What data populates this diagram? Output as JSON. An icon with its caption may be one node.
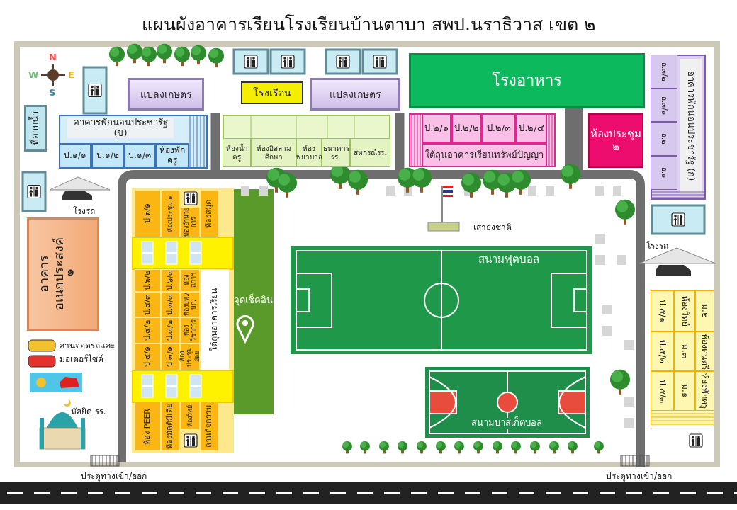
{
  "diagram": {
    "title": "แผนผังอาคารเรียนโรงเรียนบ้านตาบา สพป.นราธิวาส เขต ๒",
    "nodes": [
      {
        "text": [
          "แปลงเกษตร"
        ]
      },
      {
        "text": [
          "โรงเรือน"
        ]
      },
      {
        "text": [
          "แปลงเกษตร"
        ]
      },
      {
        "text": [
          "โรงอาหาร"
        ]
      },
      {
        "text": [
          "อาคารพักนอนประชารัฐ (ข)"
        ]
      },
      {
        "text": [
          "ป.๑/๑"
        ],
        "in": 4
      },
      {
        "text": [
          "ป.๑/๒"
        ],
        "in": 4
      },
      {
        "text": [
          "ป.๑/๓"
        ],
        "in": 4
      },
      {
        "text": [
          "ห้องพักครู"
        ],
        "in": 4
      },
      {
        "text": [],
        "shape": "box"
      },
      {
        "text": [
          "ห้องน้ำครู"
        ],
        "in": 9
      },
      {
        "text": [
          "ห้องอิสลามศึกษา"
        ],
        "in": 9
      },
      {
        "text": [
          "ห้องพยาบาล"
        ],
        "in": 9
      },
      {
        "text": [
          "ธนาคารรร."
        ],
        "in": 9
      },
      {
        "text": [
          "สหกรณ์รร."
        ],
        "in": 9
      },
      {
        "text": [],
        "shape": "box"
      },
      {
        "text": [
          "ป.๒/๑"
        ],
        "in": 15
      },
      {
        "text": [
          "ป.๒/๒"
        ],
        "in": 15
      },
      {
        "text": [
          "ป.๒/๓"
        ],
        "in": 15
      },
      {
        "text": [
          "ป.๒/๔"
        ],
        "in": 15
      },
      {
        "text": [
          "ใต้ถุนอาคารเรียนทรัพย์ปัญญา"
        ],
        "in": 15
      },
      {
        "text": [
          "ห้องประชุม ๒"
        ]
      },
      {
        "text": [
          "อาคารพักนอนประชารัฐ (ก)"
        ]
      },
      {
        "text": [
          "อ.๓/๒"
        ],
        "in": 22
      },
      {
        "text": [
          "อ.๓/๑"
        ],
        "in": 22
      },
      {
        "text": [
          "อ.๒"
        ],
        "in": 22
      },
      {
        "text": [
          "อ.๑"
        ],
        "in": 22
      },
      {
        "text": [
          "ที่อาบน้ำ"
        ]
      },
      {
        "text": [
          "อาคารอเนกประสงค์",
          "๑"
        ]
      },
      {
        "text": [],
        "shape": "box"
      },
      {
        "text": [
          "ป.๖/๑"
        ],
        "in": 29
      },
      {
        "text": [
          "ห้องประชุม ๑"
        ],
        "in": 29
      },
      {
        "text": [
          "ห้องอำนวยการ"
        ],
        "in": 29
      },
      {
        "text": [
          "ห้องสมุด"
        ],
        "in": 29
      },
      {
        "text": [
          "ป.๖/๒"
        ],
        "in": 29
      },
      {
        "text": [
          "ป.๖/๓"
        ],
        "in": 29
      },
      {
        "text": [
          "ห้องสภาฯ"
        ],
        "in": 29
      },
      {
        "text": [
          "ป.๔/๓"
        ],
        "in": 29
      },
      {
        "text": [
          "ป.๓/๓"
        ],
        "in": 29
      },
      {
        "text": [
          "ห้องบห./บก."
        ],
        "in": 29
      },
      {
        "text": [
          "ป.๔/๒"
        ],
        "in": 29
      },
      {
        "text": [
          "ป.๓/๒"
        ],
        "in": 29
      },
      {
        "text": [
          "ห้องวิชาการ"
        ],
        "in": 29
      },
      {
        "text": [
          "ป.๔/๑"
        ],
        "in": 29
      },
      {
        "text": [
          "ป.๓/๑"
        ],
        "in": 29
      },
      {
        "text": [
          "ห้องประชุมย่อย"
        ],
        "in": 29
      },
      {
        "text": [
          "ใต้ถุนอาคารเรียน"
        ],
        "in": 29
      },
      {
        "text": [
          "ห้อง PEER"
        ],
        "in": 29
      },
      {
        "text": [
          "ห้องมัลติมีเดีย"
        ],
        "in": 29
      },
      {
        "text": [
          "ห้องวิทย์"
        ],
        "in": 29
      },
      {
        "text": [
          "ลานกิจกรรม"
        ],
        "in": 29
      },
      {
        "text": [],
        "shape": "box"
      },
      {
        "text": [
          "ป.๕/๑"
        ],
        "in": 51
      },
      {
        "text": [
          "ห้องวิทย์"
        ],
        "in": 51
      },
      {
        "text": [
          "ม.๒"
        ],
        "in": 51
      },
      {
        "text": [
          "ป.๕/๒"
        ],
        "in": 51
      },
      {
        "text": [
          "ม.๓"
        ],
        "in": 51
      },
      {
        "text": [
          "ห้องดนตรี"
        ],
        "in": 51
      },
      {
        "text": [
          "ป.๕/๓"
        ],
        "in": 51
      },
      {
        "text": [
          "ม.๑"
        ],
        "in": 51
      },
      {
        "text": [
          "ห้องพักครู"
        ],
        "in": 51
      },
      {
        "text": [
          "สนามฟุตบอล"
        ]
      },
      {
        "text": [
          "สนามบาสเก็ตบอล"
        ]
      }
    ],
    "labels": [
      "N",
      "W",
      "E",
      "S",
      "โรงรถ",
      "เสาธงชาติ",
      "โรงรถ",
      "จุดเช็คอิน",
      "ลานจอดรถและมอเตอร์ไซค์",
      "มัสยิด รร.",
      "ประตูทางเข้า/ออก",
      "ประตูทางเข้า/ออก"
    ]
  }
}
